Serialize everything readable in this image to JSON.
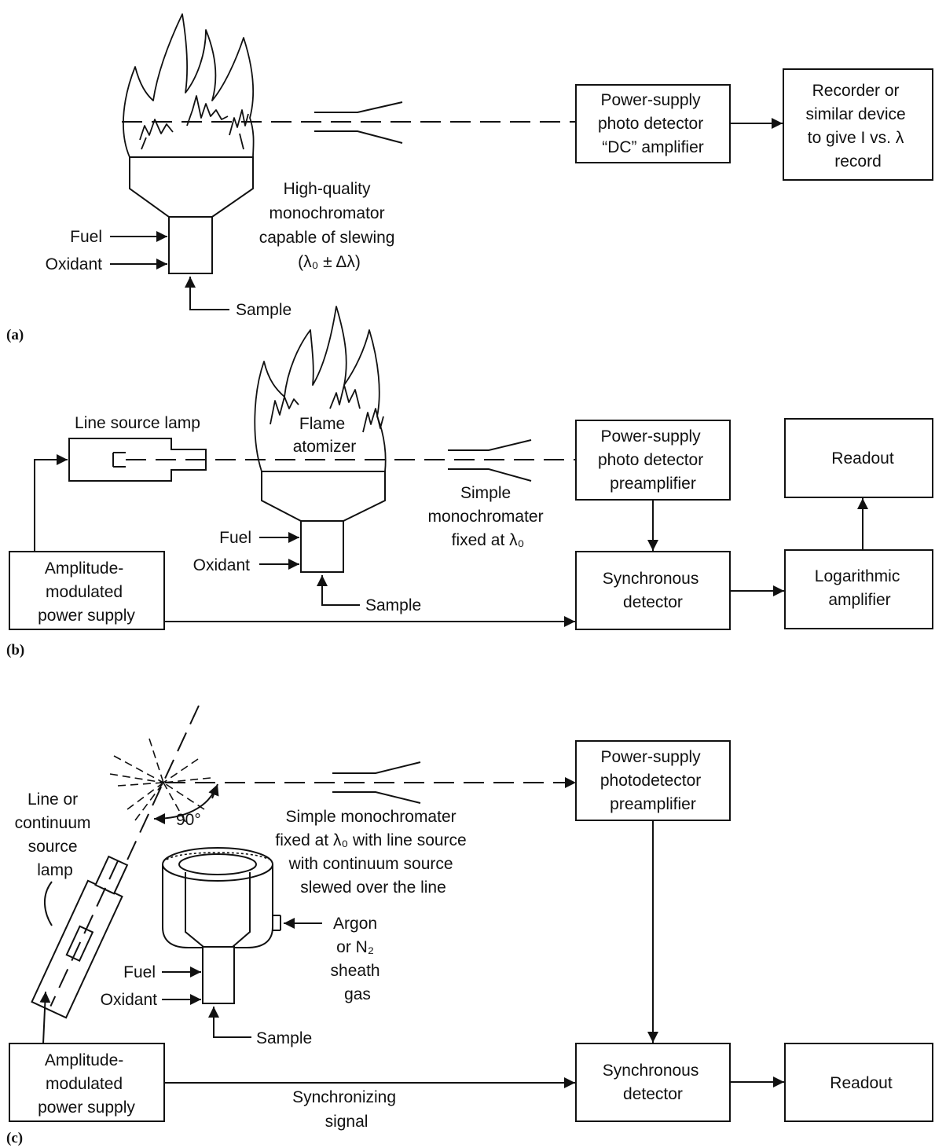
{
  "panel_a": {
    "tag": "(a)",
    "fuel": "Fuel",
    "oxidant": "Oxidant",
    "sample": "Sample",
    "monochromator": [
      "High-quality",
      "monochromator",
      "capable of slewing",
      "(λ₀ ± Δλ)"
    ],
    "detector": [
      "Power-supply",
      "photo detector",
      "“DC” amplifier"
    ],
    "recorder": [
      "Recorder or",
      "similar device",
      "to give I vs. λ",
      "record"
    ]
  },
  "panel_b": {
    "tag": "(b)",
    "lamp": "Line source lamp",
    "flame": [
      "Flame",
      "atomizer"
    ],
    "fuel": "Fuel",
    "oxidant": "Oxidant",
    "sample": "Sample",
    "monochromator": [
      "Simple",
      "monochromater",
      "fixed at λ₀"
    ],
    "detector": [
      "Power-supply",
      "photo detector",
      "preamplifier"
    ],
    "readout": "Readout",
    "power_supply": [
      "Amplitude-",
      "modulated",
      "power supply"
    ],
    "sync_detector": [
      "Synchronous",
      "detector"
    ],
    "log_amp": [
      "Logarithmic",
      "amplifier"
    ]
  },
  "panel_c": {
    "tag": "(c)",
    "lamp": [
      "Line or",
      "continuum",
      "source",
      "lamp"
    ],
    "angle": "90°",
    "monochromator": [
      "Simple monochromater",
      "fixed at λ₀ with line source",
      "with continuum source",
      "slewed over the line"
    ],
    "sheath_gas": [
      "Argon",
      "or N₂",
      "sheath",
      "gas"
    ],
    "fuel": "Fuel",
    "oxidant": "Oxidant",
    "sample": "Sample",
    "detector": [
      "Power-supply",
      "photodetector",
      "preamplifier"
    ],
    "power_supply": [
      "Amplitude-",
      "modulated",
      "power supply"
    ],
    "sync_signal": [
      "Synchronizing",
      "signal"
    ],
    "sync_detector": [
      "Synchronous",
      "detector"
    ],
    "readout": "Readout"
  }
}
